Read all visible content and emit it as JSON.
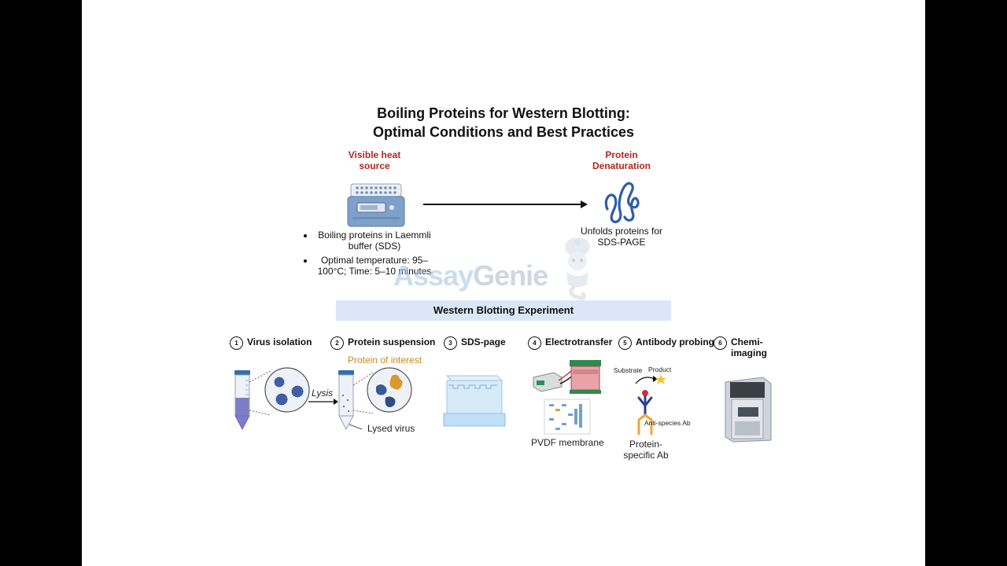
{
  "title": {
    "line1": "Boiling Proteins for Western Blotting:",
    "line2": "Optimal Conditions and Best Practices"
  },
  "top": {
    "left_label": "Visible heat source",
    "left_bullets": [
      "Boiling proteins in Laemmli buffer (SDS)",
      "Optimal temperature: 95–100°C; Time: 5–10 minutes"
    ],
    "right_label": "Protein Denaturation",
    "right_caption": "Unfolds proteins for SDS-PAGE"
  },
  "watermark": {
    "text1": "Assay",
    "text2": "Genie"
  },
  "banner": "Western Blotting Experiment",
  "steps": [
    {
      "num": "1",
      "label": "Virus isolation"
    },
    {
      "num": "2",
      "label": "Protein suspension"
    },
    {
      "num": "3",
      "label": "SDS-page"
    },
    {
      "num": "4",
      "label": "Electrotransfer"
    },
    {
      "num": "5",
      "label": "Antibody probing"
    },
    {
      "num": "6",
      "label": "Chemi-imaging"
    }
  ],
  "annotations": {
    "lysis": "Lysis",
    "protein_of_interest": "Protein of interest",
    "lysed_virus": "Lysed virus",
    "pvdf": "PVDF membrane",
    "substrate": "Substrate",
    "product": "Product",
    "anti_species": "Anti-species Ab",
    "protein_specific": "Protein-specific Ab"
  },
  "colors": {
    "title_red": "#b3261e",
    "banner_bg": "#dbe7f9",
    "protein_blue": "#2e5ea7",
    "tube_purple": "#7b7ec6",
    "orange": "#c7891a"
  },
  "icons": [
    "heat-block-icon",
    "protein-coil-icon",
    "genie-mascot-icon",
    "centrifuge-tube-icon",
    "virus-icon",
    "gel-tank-icon",
    "electrotransfer-icon",
    "antibody-icon",
    "imager-icon"
  ]
}
